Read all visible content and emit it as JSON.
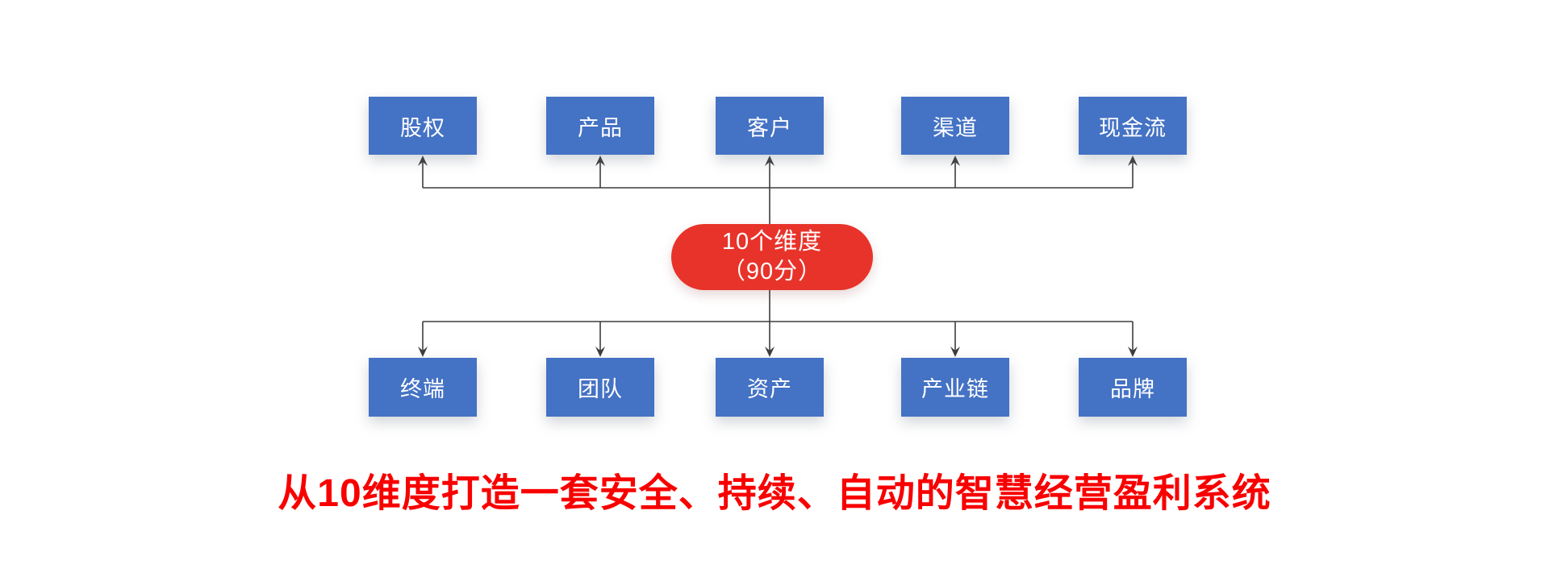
{
  "diagram": {
    "top_nodes": [
      {
        "label": "股权"
      },
      {
        "label": "产品"
      },
      {
        "label": "客户"
      },
      {
        "label": "渠道"
      },
      {
        "label": "现金流"
      }
    ],
    "center_node": {
      "line1": "10个维度",
      "line2": "（90分）"
    },
    "bottom_nodes": [
      {
        "label": "终端"
      },
      {
        "label": "团队"
      },
      {
        "label": "资产"
      },
      {
        "label": "产业链"
      },
      {
        "label": "品牌"
      }
    ],
    "title": "从10维度打造一套安全、持续、自动的智慧经营盈利系统",
    "colors": {
      "node_blue": "#4472c4",
      "pill_red": "#e8332a",
      "title_red": "#f80000",
      "connector_line": "#3d3d3d",
      "node_text": "#ffffff",
      "background": "#ffffff"
    }
  }
}
